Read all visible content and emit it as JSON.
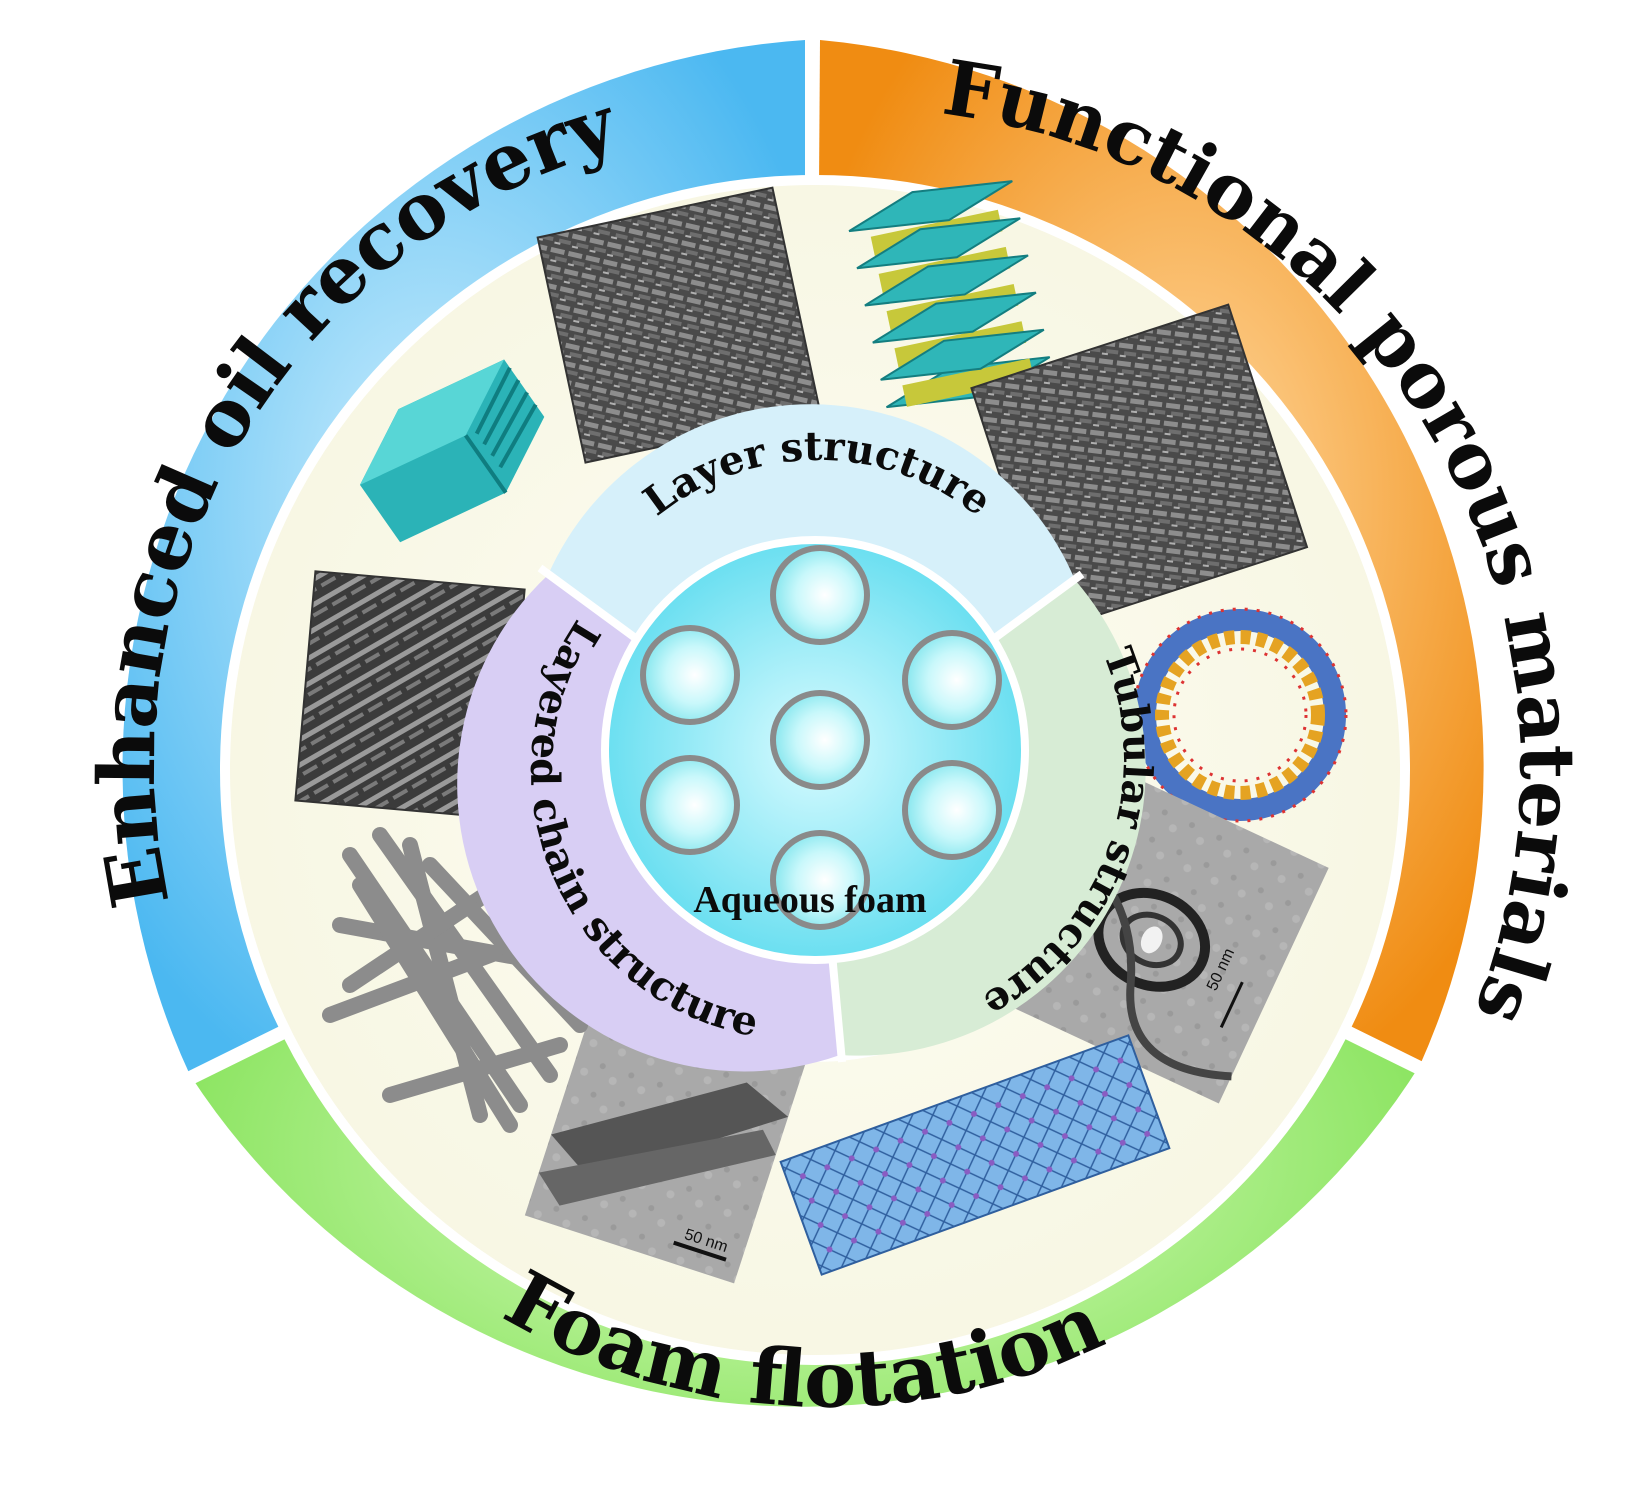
{
  "outer_ring": {
    "left": {
      "label": "Enhanced oil recovery",
      "color": "#5cc2f5"
    },
    "right": {
      "label": "Functional porous materials",
      "color": "#f29a1e"
    },
    "bottom": {
      "label": "Foam flotation",
      "color": "#8ee85c"
    }
  },
  "inner_ring": {
    "top": {
      "label": "Layer structure",
      "color": "#d3eef8"
    },
    "right": {
      "label": "Tubular structure",
      "color": "#d3ead2"
    },
    "left": {
      "label": "Layered chain structure",
      "color": "#d5ccf2"
    }
  },
  "center": {
    "label": "Aqueous foam",
    "color": "#7ff2f6"
  },
  "scale_bars": {
    "tem_right": "50 nm",
    "tem_bottom": "50 nm"
  },
  "illustrations": [
    "layered-prism-model",
    "sem-flakes",
    "layer-stack-model",
    "sem-plates",
    "tubular-ring-model",
    "tem-tube",
    "tubular-framework-model",
    "tem-chains",
    "rod-bundle-model",
    "sem-rods"
  ]
}
